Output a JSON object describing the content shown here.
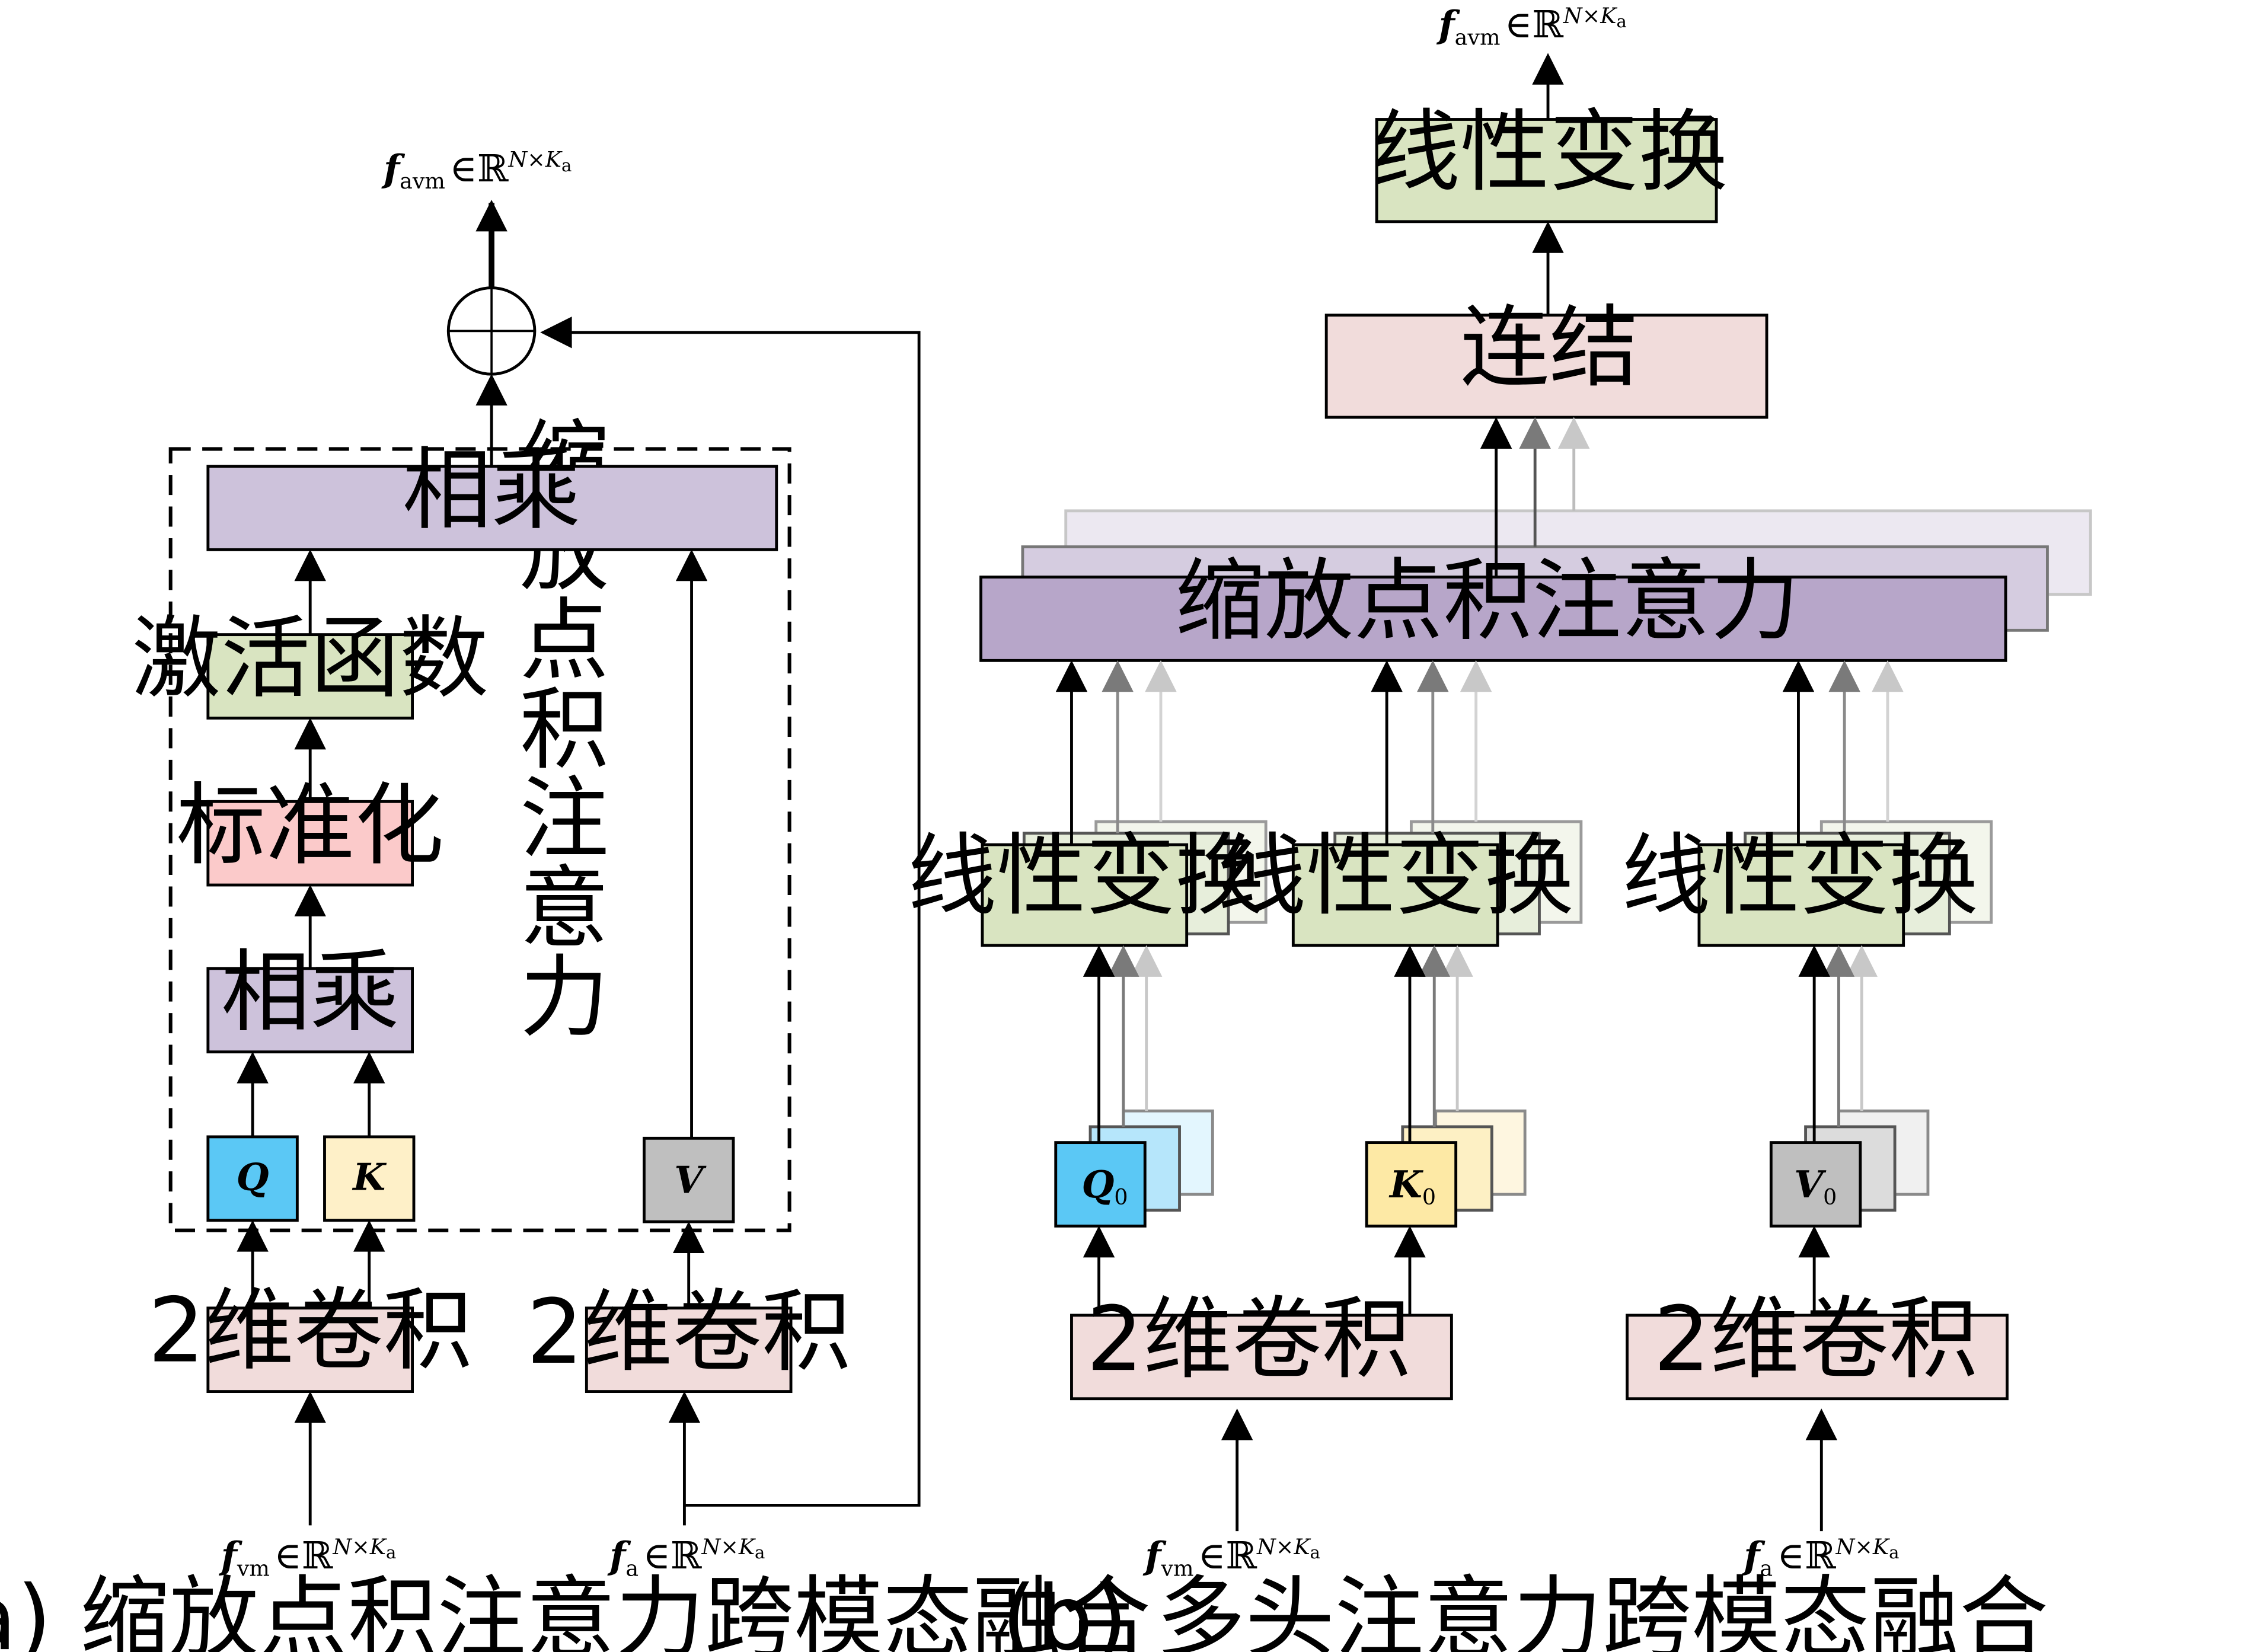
{
  "colors": {
    "purple": "#cdc2db",
    "purple_dark": "#b7a6c9",
    "green": "#d9e4c1",
    "pink_light": "#f1dcdb",
    "red_light": "#fbcaca",
    "cyan": "#5bc8f5",
    "yellow": "#fef0c8",
    "yellow_dark": "#fde9a5",
    "gray": "#bfbfbf"
  },
  "panel_a": {
    "caption": "(a) 缩放点积注意力跨模态融合",
    "top_output": {
      "f": "f",
      "sub": "avm",
      "in": "∈",
      "R": "ℝ",
      "sup": "N×K",
      "sup_sub": "a"
    },
    "multiply_top": "相乘",
    "activation": "激活函数",
    "normalize": "标准化",
    "multiply_bottom": "相乘",
    "q": "Q",
    "k": "K",
    "v": "V",
    "dashed_label": "缩放点积注意力",
    "conv_left": "2维卷积",
    "conv_right": "2维卷积",
    "input_left": {
      "f": "f",
      "sub": "vm",
      "in": "∈",
      "R": "ℝ",
      "sup": "N×K",
      "sup_sub": "a"
    },
    "input_right": {
      "f": "f",
      "sub": "a",
      "in": "∈",
      "R": "ℝ",
      "sup": "N×K",
      "sup_sub": "a"
    }
  },
  "panel_b": {
    "caption": "(b) 多头注意力跨模态融合",
    "top_output": {
      "f": "f",
      "sub": "avm",
      "in": "∈",
      "R": "ℝ",
      "sup": "N×K",
      "sup_sub": "a"
    },
    "linear_top": "线性变换",
    "concat": "连结",
    "attention": "缩放点积注意力",
    "linear_q": "线性变换",
    "linear_k": "线性变换",
    "linear_v": "线性变换",
    "q0": "Q",
    "k0": "K",
    "v0": "V",
    "head_index": "0",
    "conv_left": "2维卷积",
    "conv_right": "2维卷积",
    "input_left": {
      "f": "f",
      "sub": "vm",
      "in": "∈",
      "R": "ℝ",
      "sup": "N×K",
      "sup_sub": "a"
    },
    "input_right": {
      "f": "f",
      "sub": "a",
      "in": "∈",
      "R": "ℝ",
      "sup": "N×K",
      "sup_sub": "a"
    }
  }
}
